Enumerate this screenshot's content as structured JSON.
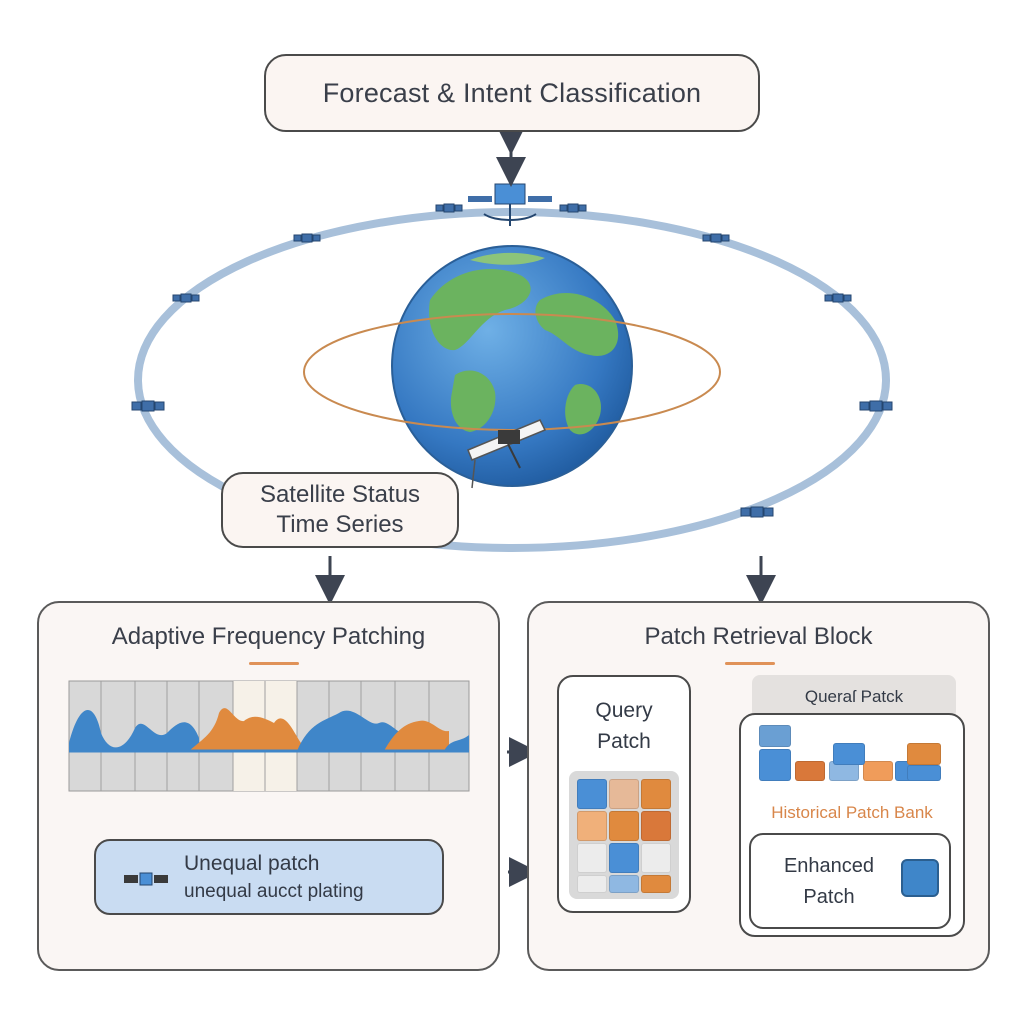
{
  "title": "Forecast & Intent Classification",
  "status_box": {
    "line1": "Satellite Status",
    "line2": "Time Series"
  },
  "left_panel": {
    "title": "Adaptive Frequency Patching",
    "result": {
      "line1": "Unequal patch",
      "line2": "unequal aucct plating"
    }
  },
  "right_panel": {
    "title": "Patch Retrieval Block",
    "query": {
      "line1": "Query",
      "line2": "Patch"
    },
    "bank_header": "Queraſ Patck",
    "bank_label": "Historical Patch Bank",
    "enhanced": {
      "line1": "Enhanced",
      "line2": "Patch"
    }
  },
  "colors": {
    "blue": "#3f86c9",
    "orange": "#e08a3e",
    "light_blue": "#c9dcf2",
    "orbit": "#a8c0da",
    "globe_ocean": "#3b7fc7",
    "globe_land": "#5fae5a"
  },
  "icons": [
    "satellite-icon",
    "globe-icon",
    "arrow-icon"
  ]
}
